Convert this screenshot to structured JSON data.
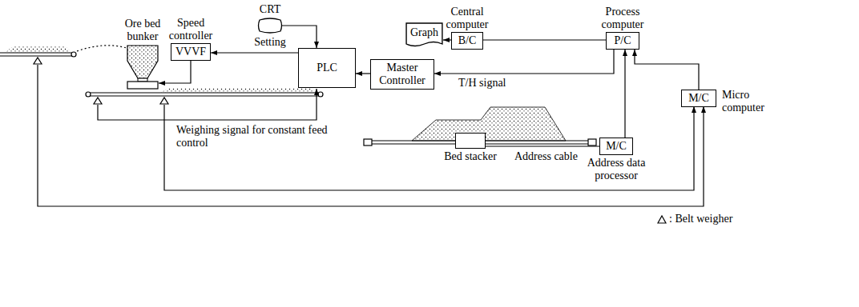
{
  "diagram": {
    "nodes": [
      {
        "text": [
          "Ore bed bunker"
        ]
      },
      {
        "text": [
          "Speed controller",
          "VVVF"
        ]
      },
      {
        "text": [
          "CRT",
          "Setting"
        ]
      },
      {
        "text": [
          "PLC"
        ]
      },
      {
        "text": [
          "Master Controller"
        ]
      },
      {
        "text": [
          "Graph"
        ]
      },
      {
        "text": [
          "Central computer",
          "B/C"
        ]
      },
      {
        "text": [
          "Process computer",
          "P/C"
        ]
      },
      {
        "text": [
          "Bed stacker"
        ]
      },
      {
        "text": [
          "M/C",
          "Address data processor"
        ]
      },
      {
        "text": [
          "M/C",
          "Micro computer"
        ]
      }
    ],
    "edges": [
      {
        "from": 2,
        "to": 3,
        "arrow": "to"
      },
      {
        "from": 3,
        "to": 1,
        "arrow": "to"
      },
      {
        "from": 1,
        "to": 0,
        "arrow": "to"
      },
      {
        "from": 4,
        "to": 3,
        "arrow": "to"
      },
      {
        "from": 7,
        "to": 4,
        "arrow": "to",
        "label": "T/H signal"
      },
      {
        "from": 6,
        "to": 5,
        "arrow": "to"
      },
      {
        "from": 6,
        "to": 7,
        "arrow": "none"
      },
      {
        "from": 8,
        "to": 9,
        "arrow": "none",
        "label": "Address cable"
      },
      {
        "from": 9,
        "to": 7,
        "arrow": "to"
      },
      {
        "from": 10,
        "to": 7,
        "arrow": "to"
      }
    ],
    "labels": [
      "Weighing signal for constant feed control"
    ],
    "legend": [
      {
        "text": ": Belt weigher"
      }
    ]
  }
}
